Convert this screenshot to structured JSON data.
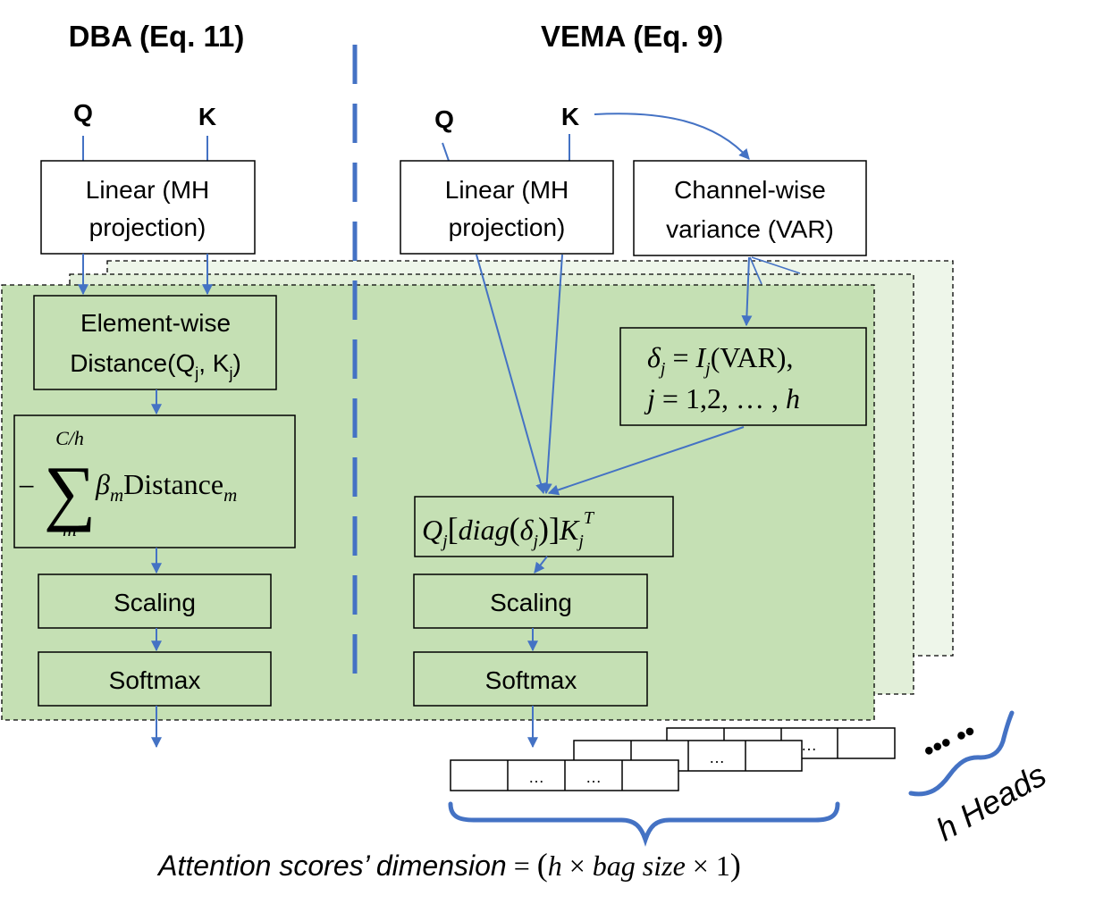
{
  "colors": {
    "arrow": "#4472c4",
    "panel_fill": "#c5e0b4",
    "panel_back_fill": "#e2efd9",
    "box_stroke": "#000000",
    "divider": "#4472c4"
  },
  "dba": {
    "title": "DBA (Eq. 11)",
    "q": "Q",
    "k": "K",
    "linear_line1": "Linear (MH",
    "linear_line2": "projection)",
    "distance_line1": "Element-wise",
    "distance_pre": "Distance(Q",
    "distance_sub_j1": "j",
    "distance_mid": ", K",
    "distance_sub_j2": "j",
    "distance_post": ")",
    "sum_minus": "−",
    "sum_sigma": "∑",
    "sum_upper": "C/h",
    "sum_lower": "m",
    "sum_beta": "β",
    "sum_beta_sub": "m",
    "sum_word": "Distance",
    "sum_word_sub": "m",
    "scaling": "Scaling",
    "softmax": "Softmax"
  },
  "vema": {
    "title": "VEMA (Eq. 9)",
    "q": "Q",
    "k": "K",
    "linear_line1": "Linear (MH",
    "linear_line2": "projection)",
    "var_line1": "Channel-wise",
    "var_line2": "variance (VAR)",
    "delta_l1_a": "δ",
    "delta_l1_sub": "j",
    "delta_l1_eq": " = ",
    "delta_l1_I": "I",
    "delta_l1_Isub": "j",
    "delta_l1_rest": "(VAR),",
    "delta_l2_j": "j",
    "delta_l2_rest": " = 1,2, … , ",
    "delta_l2_h": "h",
    "qk_Q": "Q",
    "qk_Qsub": "j",
    "qk_open": "[",
    "qk_diag": "diag",
    "qk_paren_open": "(",
    "qk_delta": "δ",
    "qk_delta_sub": "j",
    "qk_paren_close": ")",
    "qk_close": "]",
    "qk_K": "K",
    "qk_Ksub": "j",
    "qk_T": "T",
    "scaling": "Scaling",
    "softmax": "Softmax"
  },
  "heads": {
    "cell_ellipsis": "…",
    "dots": "••• ••",
    "label_h": "h",
    "label_heads": " Heads"
  },
  "caption": {
    "text": "Attention scores’ dimension",
    "eq": " = ",
    "paren_open": "(",
    "h": "h",
    "times1": " × ",
    "bag": "bag size",
    "times2": " × ",
    "one": "1",
    "paren_close": ")"
  }
}
